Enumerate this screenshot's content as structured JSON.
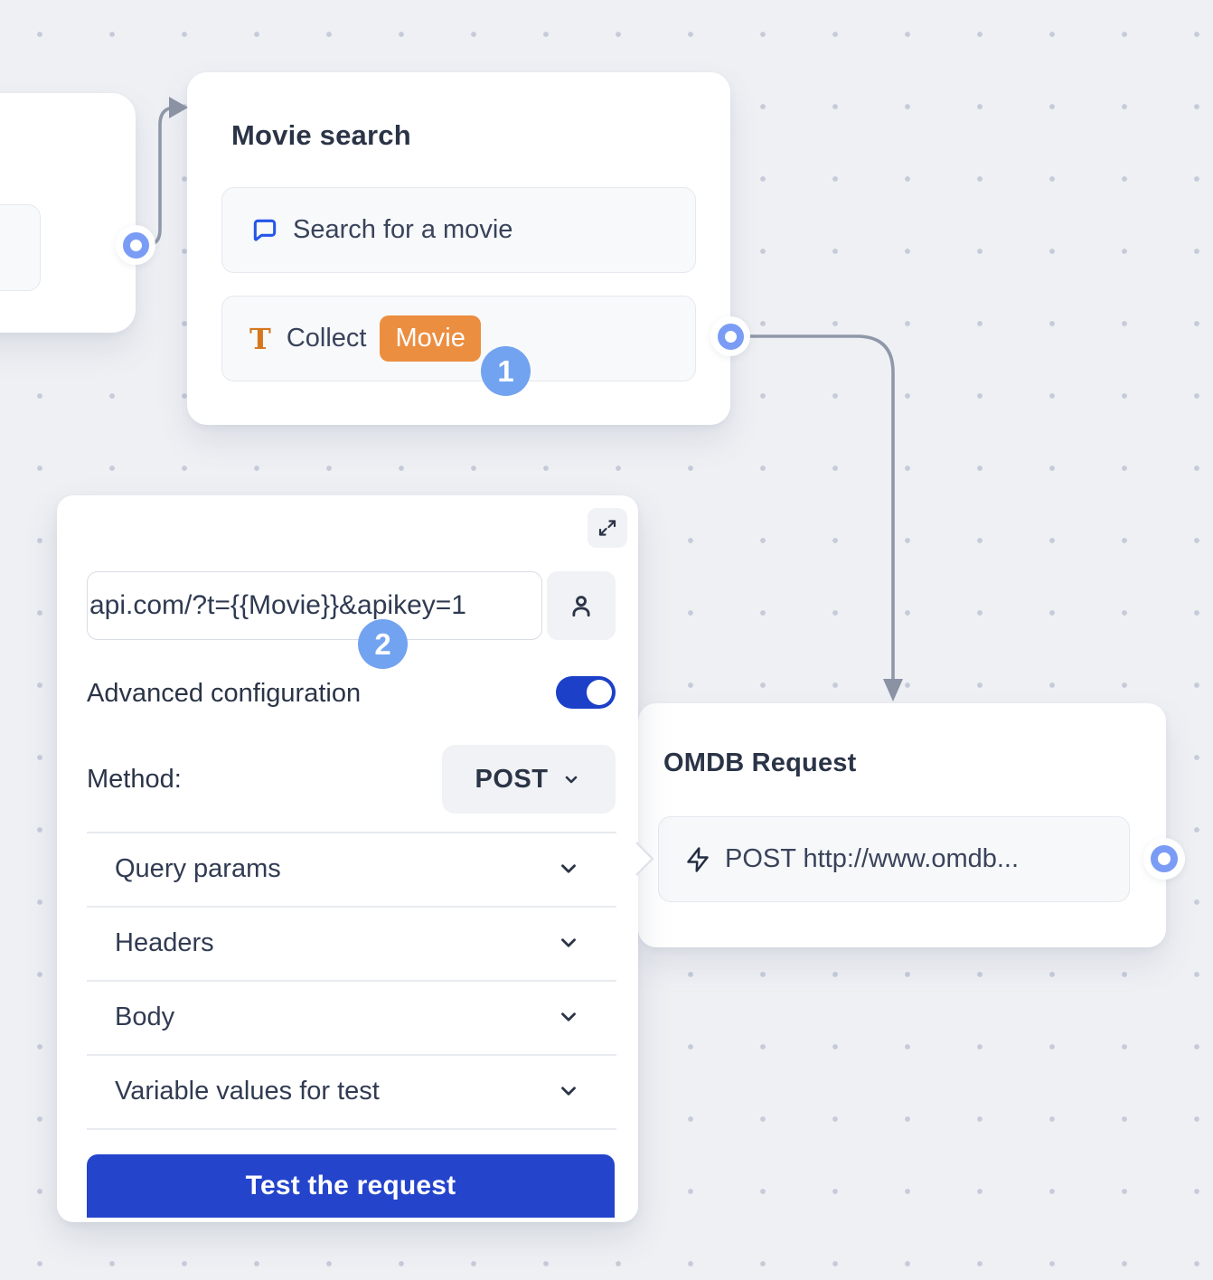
{
  "canvas": {
    "background_color": "#eef0f4",
    "dot_color": "#c5cbd9"
  },
  "colors": {
    "accent_blue": "#2444cc",
    "toggle_blue": "#1c40c8",
    "port_blue": "#7b9cf5",
    "badge_blue": "#72a3f0",
    "badge_orange": "#ec8e40",
    "icon_orange": "#d4771e",
    "icon_blue": "#2456e8",
    "connector_gray": "#8f97a9",
    "text_dark": "#2b3447"
  },
  "movie_search_node": {
    "title": "Movie search",
    "items": [
      {
        "icon": "chat-bubble-icon",
        "label": "Search for a movie"
      },
      {
        "icon": "text-input-icon",
        "label": "Collect",
        "variable_badge": "Movie"
      }
    ],
    "step_badge": "1"
  },
  "webhook_config_panel": {
    "step_badge": "2",
    "url_input": {
      "value": "api.com/?t={{Movie}}&apikey=1"
    },
    "advanced_configuration_label": "Advanced configuration",
    "advanced_configuration_enabled": true,
    "method_label": "Method:",
    "method_value": "POST",
    "sections": [
      "Query params",
      "Headers",
      "Body",
      "Variable values for test"
    ],
    "test_button_label": "Test the request"
  },
  "omdb_node": {
    "title": "OMDB Request",
    "item_label": "POST http://www.omdb..."
  }
}
